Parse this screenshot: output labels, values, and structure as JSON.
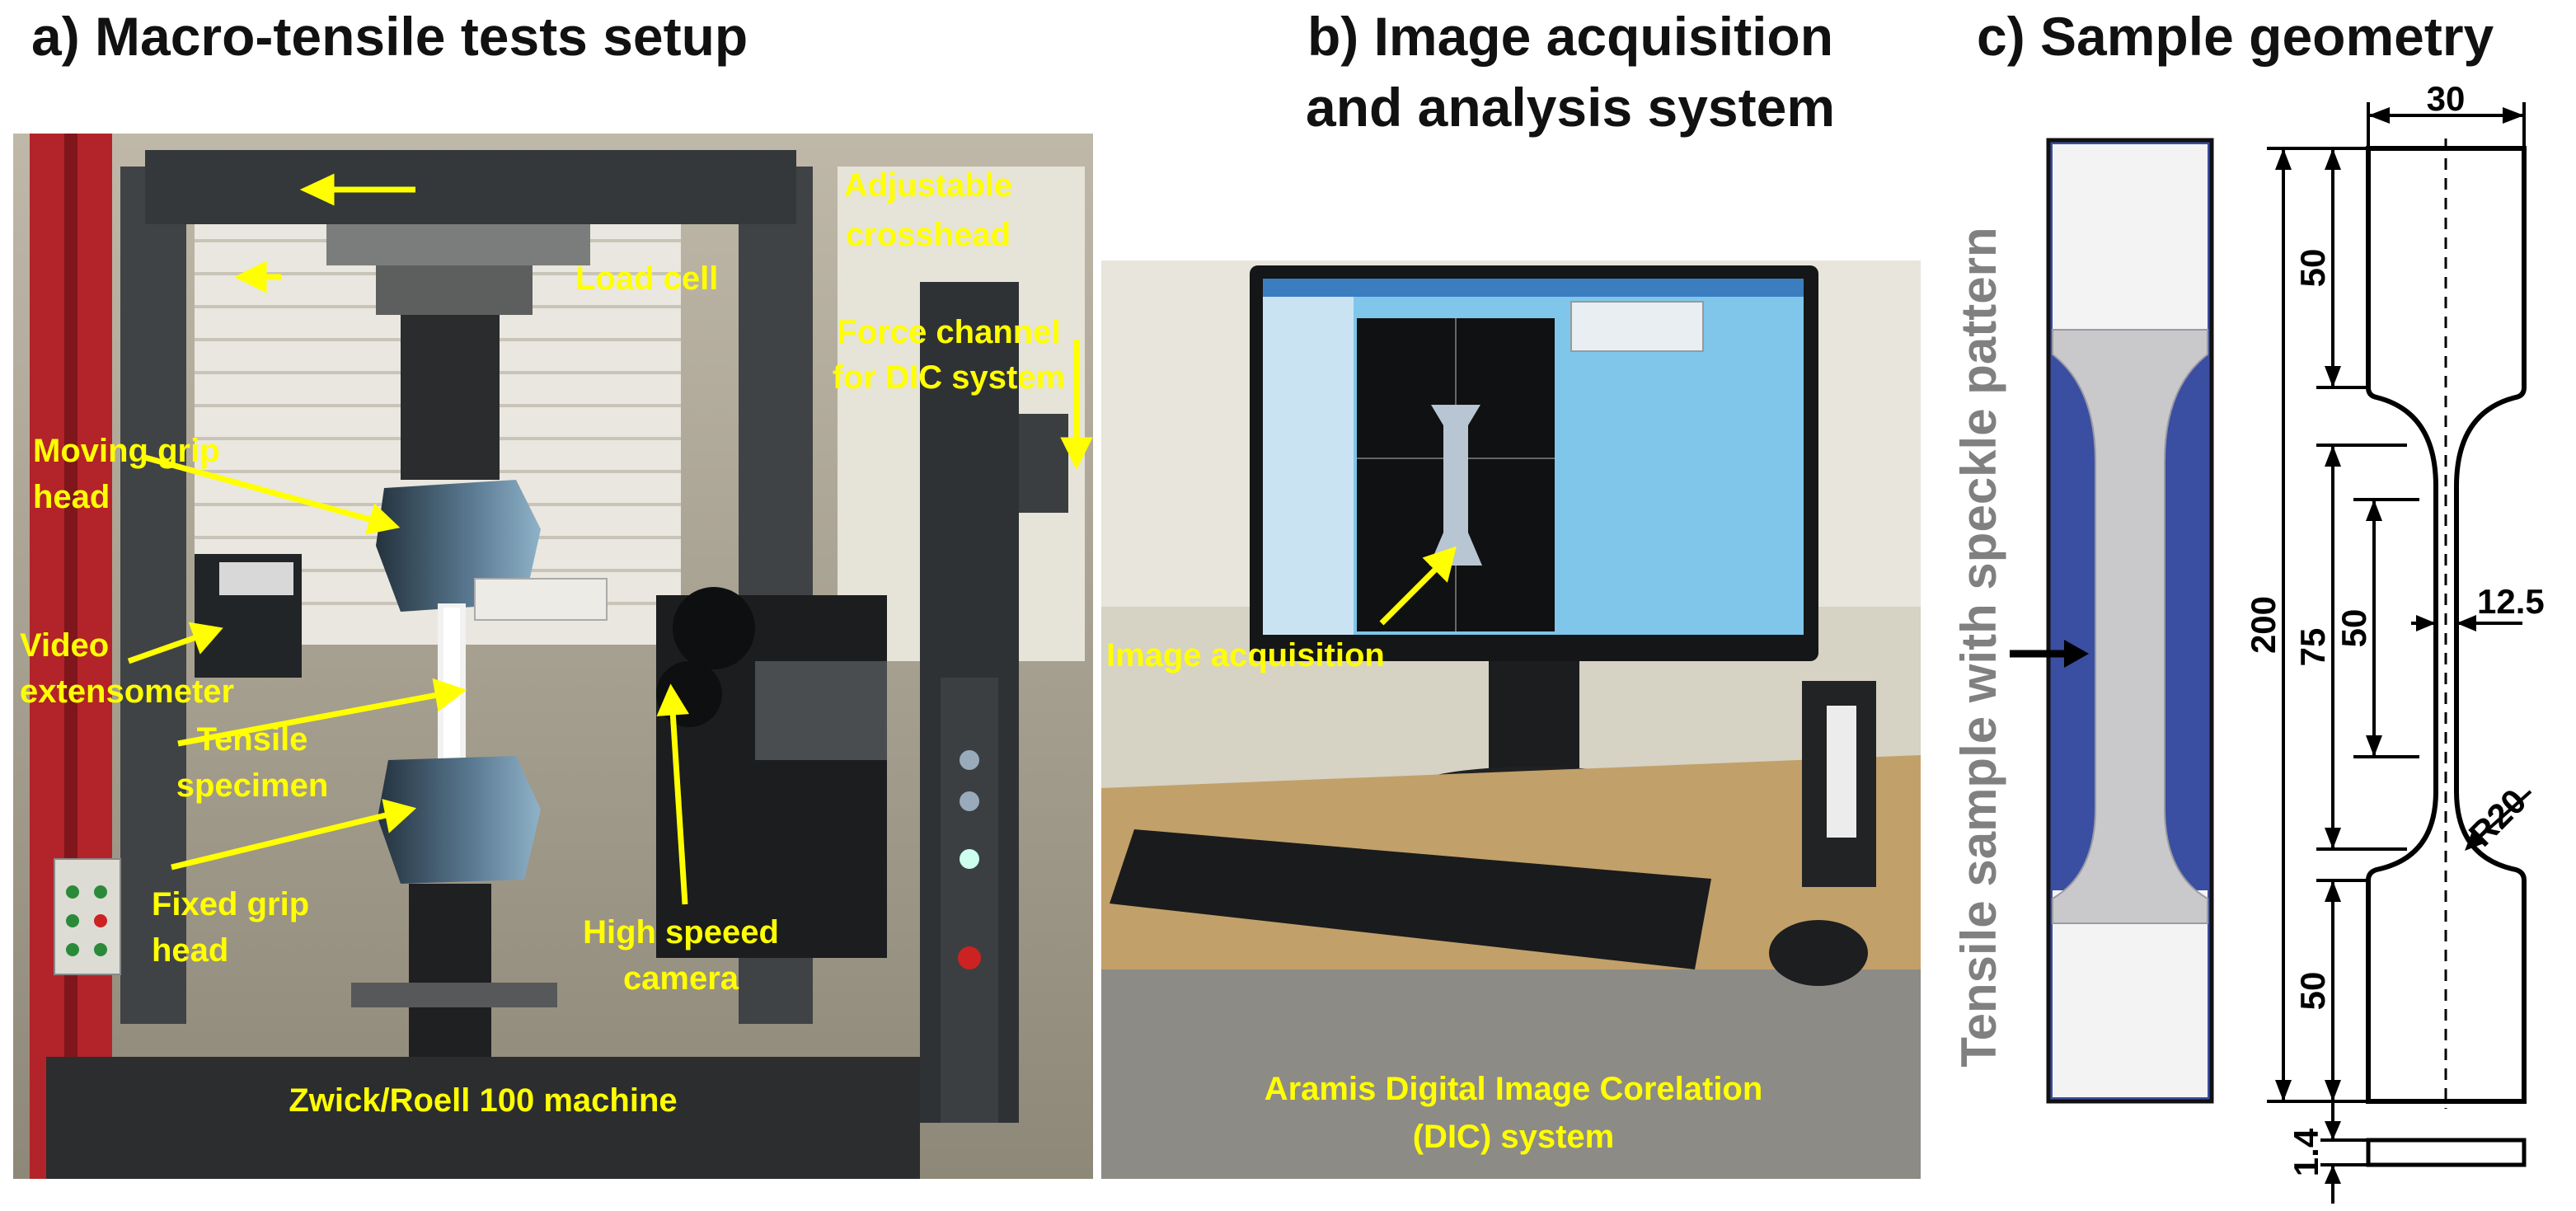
{
  "panel_a": {
    "title": "a) Macro-tensile tests setup",
    "labels": {
      "crosshead_1": "Adjustable",
      "crosshead_2": "crosshead",
      "load_cell": "Load cell",
      "force_1": "Force channel",
      "force_2": "for DIC system",
      "moving_1": "Moving grip",
      "moving_2": "head",
      "video_1": "Video",
      "video_2": "extensometer",
      "tensile_1": "Tensile",
      "tensile_2": "specimen",
      "fixed_1": "Fixed grip",
      "fixed_2": "head",
      "camera_1": "High speeed",
      "camera_2": "camera",
      "machine": "Zwick/Roell 100 machine"
    }
  },
  "panel_b": {
    "title_1": "b) Image acquisition",
    "title_2": "and analysis system",
    "labels": {
      "image_acquisition": "Image acquisition",
      "aramis_1": "Aramis Digital Image Corelation",
      "aramis_2": "(DIC) system"
    }
  },
  "panel_c": {
    "title": "c) Sample geometry",
    "side_label": "Tensile sample with speckle pattern",
    "dimensions": {
      "width": "30",
      "total_length": "200",
      "grip_top": "50",
      "parallel": "75",
      "gauge": "50",
      "grip_bottom": "50",
      "narrow_width": "12.5",
      "radius": "R20",
      "thickness": "1.4"
    }
  }
}
